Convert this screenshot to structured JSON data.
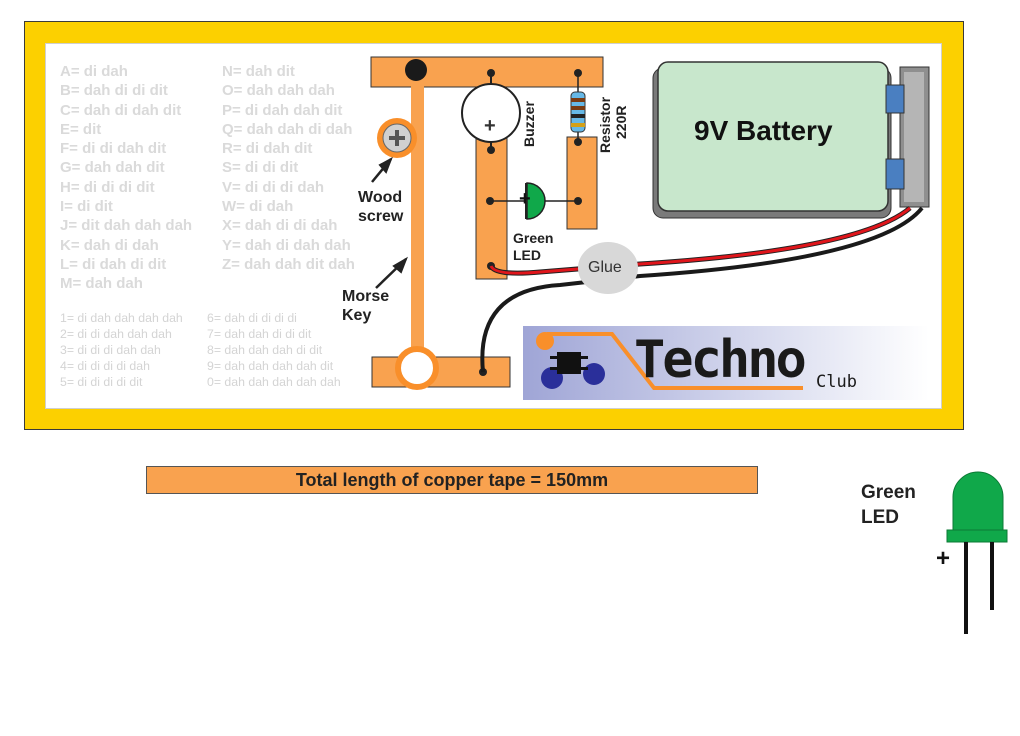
{
  "morse_letters_left": [
    "A= di dah",
    "B= dah di di dit",
    "C= dah di dah dit",
    "E= dit",
    "F= di di dah dit",
    "G= dah dah dit",
    "H= di di di dit",
    "I= di dit",
    "J= dit dah dah dah",
    "K= dah di dah",
    "L= di dah di dit",
    "M= dah dah"
  ],
  "morse_letters_right": [
    "N= dah dit",
    "O= dah dah dah",
    "P= di dah dah dit",
    "Q= dah dah di dah",
    "R= di dah dit",
    "S= di di dit",
    "V= di di di dah",
    "W= di dah",
    "X= dah di di dah",
    "Y= dah di dah dah",
    "Z= dah dah dit dah"
  ],
  "morse_numbers_left": [
    "1= di dah dah dah dah",
    "2= di di dah dah dah",
    "3= di di di dah dah",
    "4= di di di di dah",
    "5= di di di di dit"
  ],
  "morse_numbers_right": [
    "6= dah di di di di",
    "7= dah dah di di dit",
    "8= dah dah dah di dit",
    "9= dah dah dah dah dit",
    "0= dah dah dah dah dah"
  ],
  "labels": {
    "wood_screw_1": "Wood",
    "wood_screw_2": "screw",
    "morse_key_1": "Morse",
    "morse_key_2": "Key",
    "buzzer": "Buzzer",
    "resistor_1": "Resistor",
    "resistor_2": "220R",
    "green_led_1": "Green",
    "green_led_2": "LED",
    "glue": "Glue",
    "battery": "9V Battery",
    "logo_main": "Techno",
    "logo_sub": "Club",
    "plus": "+",
    "led_side_1": "Green",
    "led_side_2": "LED",
    "led_side_plus": "+"
  },
  "tape_note": "Total length of copper tape = 150mm",
  "colors": {
    "frame": "#fcd000",
    "copper_tape": "#f9a24f",
    "battery": "#c8e7cc",
    "led": "#10a84a",
    "wire_red": "#e0151b",
    "wire_black": "#1a1a1a",
    "logo_bg": "#aeb3dc"
  }
}
